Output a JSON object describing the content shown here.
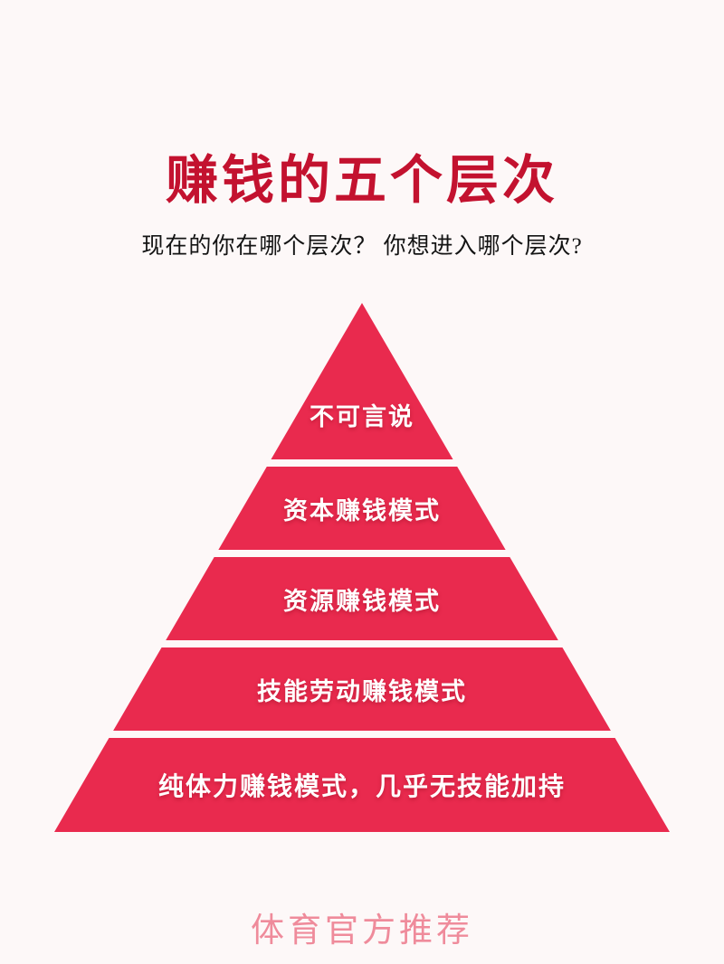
{
  "page": {
    "title": "赚钱的五个层次",
    "subtitle": "现在的你在哪个层次？ 你想进入哪个层次?",
    "watermark": "体育官方推荐",
    "colors": {
      "background": "#fdf8f8",
      "title_text": "#c3122f",
      "subtitle_text": "#141414",
      "pyramid_fill": "#e92a4e",
      "band_text": "#ffffff",
      "watermark_text": "#ef8b9b"
    }
  },
  "chart_data": {
    "type": "pyramid",
    "title": "赚钱的五个层次",
    "orientation": "top-is-highest-level",
    "levels": [
      {
        "rank": 1,
        "label": "不可言说"
      },
      {
        "rank": 2,
        "label": "资本赚钱模式"
      },
      {
        "rank": 3,
        "label": "资源赚钱模式"
      },
      {
        "rank": 4,
        "label": "技能劳动赚钱模式"
      },
      {
        "rank": 5,
        "label": "纯体力赚钱模式，几乎无技能加持"
      }
    ]
  }
}
